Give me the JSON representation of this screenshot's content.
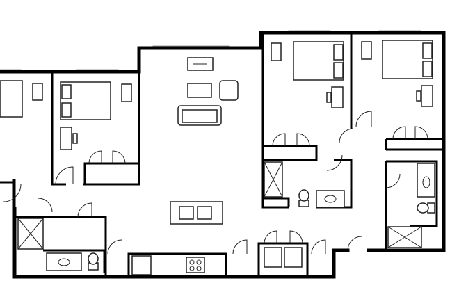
{
  "plan": {
    "colors": {
      "wall": "#000000",
      "fixture": "#222222",
      "background": "#ffffff",
      "window": "#999999"
    },
    "rooms": [
      "bedroom",
      "bedroom",
      "bedroom",
      "bedroom",
      "living-kitchen",
      "bathroom",
      "bathroom",
      "bathroom"
    ]
  }
}
